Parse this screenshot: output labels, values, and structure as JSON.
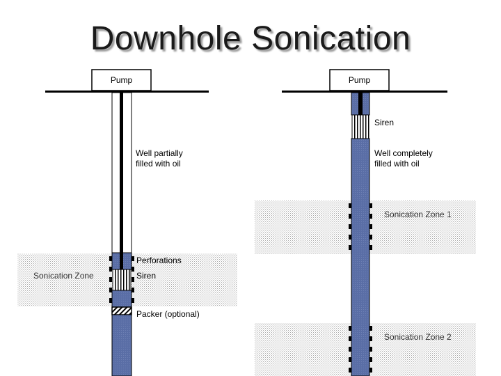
{
  "title": "Downhole Sonication",
  "left_well": {
    "pump_label": "Pump",
    "fill_label_line1": "Well partially",
    "fill_label_line2": "filled with oil",
    "zone_label": "Sonication Zone",
    "perforations_label": "Perforations",
    "siren_label": "Siren",
    "packer_label": "Packer (optional)"
  },
  "right_well": {
    "pump_label": "Pump",
    "siren_label": "Siren",
    "fill_label_line1": "Well completely",
    "fill_label_line2": "filled with oil",
    "zone1_label": "Sonication Zone 1",
    "zone2_label": "Sonication Zone 2"
  },
  "colors": {
    "oil": "#5a6ea6",
    "zone_dots": "#b8b8b8",
    "line": "#000000",
    "title_shadow": "#9a9a9a"
  }
}
